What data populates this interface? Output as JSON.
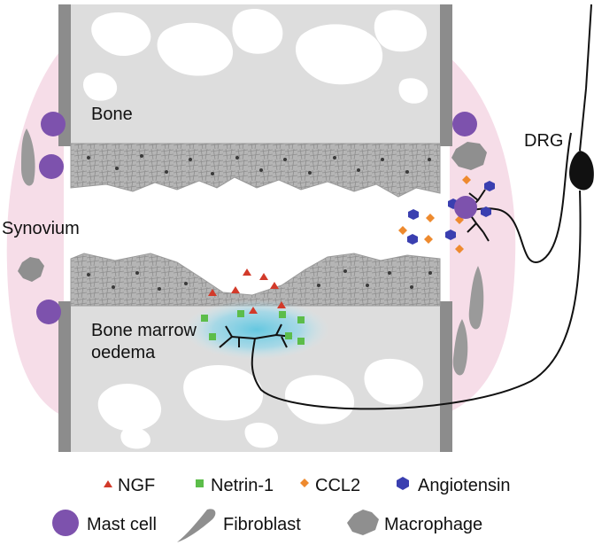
{
  "labels": {
    "bone": "Bone",
    "synovium": "Synovium",
    "drg": "DRG",
    "bone_marrow_oedema_line1": "Bone marrow",
    "bone_marrow_oedema_line2": "oedema"
  },
  "legend": {
    "ngf": "NGF",
    "netrin1": "Netrin-1",
    "ccl2": "CCL2",
    "angiotensin": "Angiotensin",
    "mast_cell": "Mast cell",
    "fibroblast": "Fibroblast",
    "macrophage": "Macrophage"
  },
  "colors": {
    "synovium": "#f6dde8",
    "bone": "#dddddd",
    "bone_pore": "#ffffff",
    "cortical_wall": "#8c8c8c",
    "cartilage": "#b9b9b9",
    "oedema": "#7fd0e3",
    "ngf": "#d23a2a",
    "netrin1": "#5cbd4a",
    "ccl2": "#ee8a2e",
    "angiotensin": "#3a3fb0",
    "mast_cell": "#7d52ad",
    "nerve": "#111111",
    "cell_gray": "#9a9a9a"
  },
  "icons": [
    "triangle-marker",
    "square-marker",
    "diamond-marker",
    "hexagon-marker",
    "mast-cell-icon",
    "fibroblast-icon",
    "macrophage-icon",
    "drg-neuron-icon"
  ]
}
